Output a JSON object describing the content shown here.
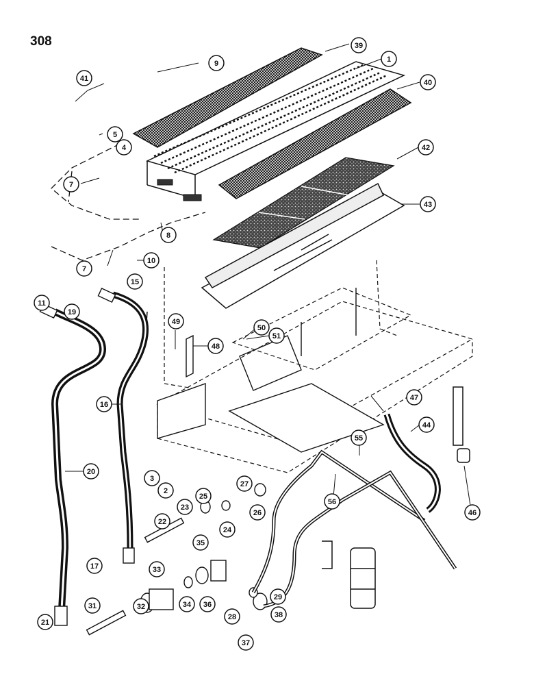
{
  "page": {
    "number": "308"
  },
  "callouts": [
    "1",
    "2",
    "3",
    "4",
    "5",
    "7",
    "7",
    "8",
    "9",
    "10",
    "11",
    "15",
    "16",
    "17",
    "19",
    "20",
    "21",
    "22",
    "23",
    "24",
    "25",
    "26",
    "27",
    "28",
    "29",
    "31",
    "32",
    "33",
    "34",
    "35",
    "36",
    "37",
    "38",
    "39",
    "40",
    "41",
    "42",
    "43",
    "44",
    "46",
    "47",
    "48",
    "49",
    "50",
    "51",
    "55",
    "56"
  ],
  "colors": {
    "ink": "#111111",
    "paper": "#ffffff"
  }
}
